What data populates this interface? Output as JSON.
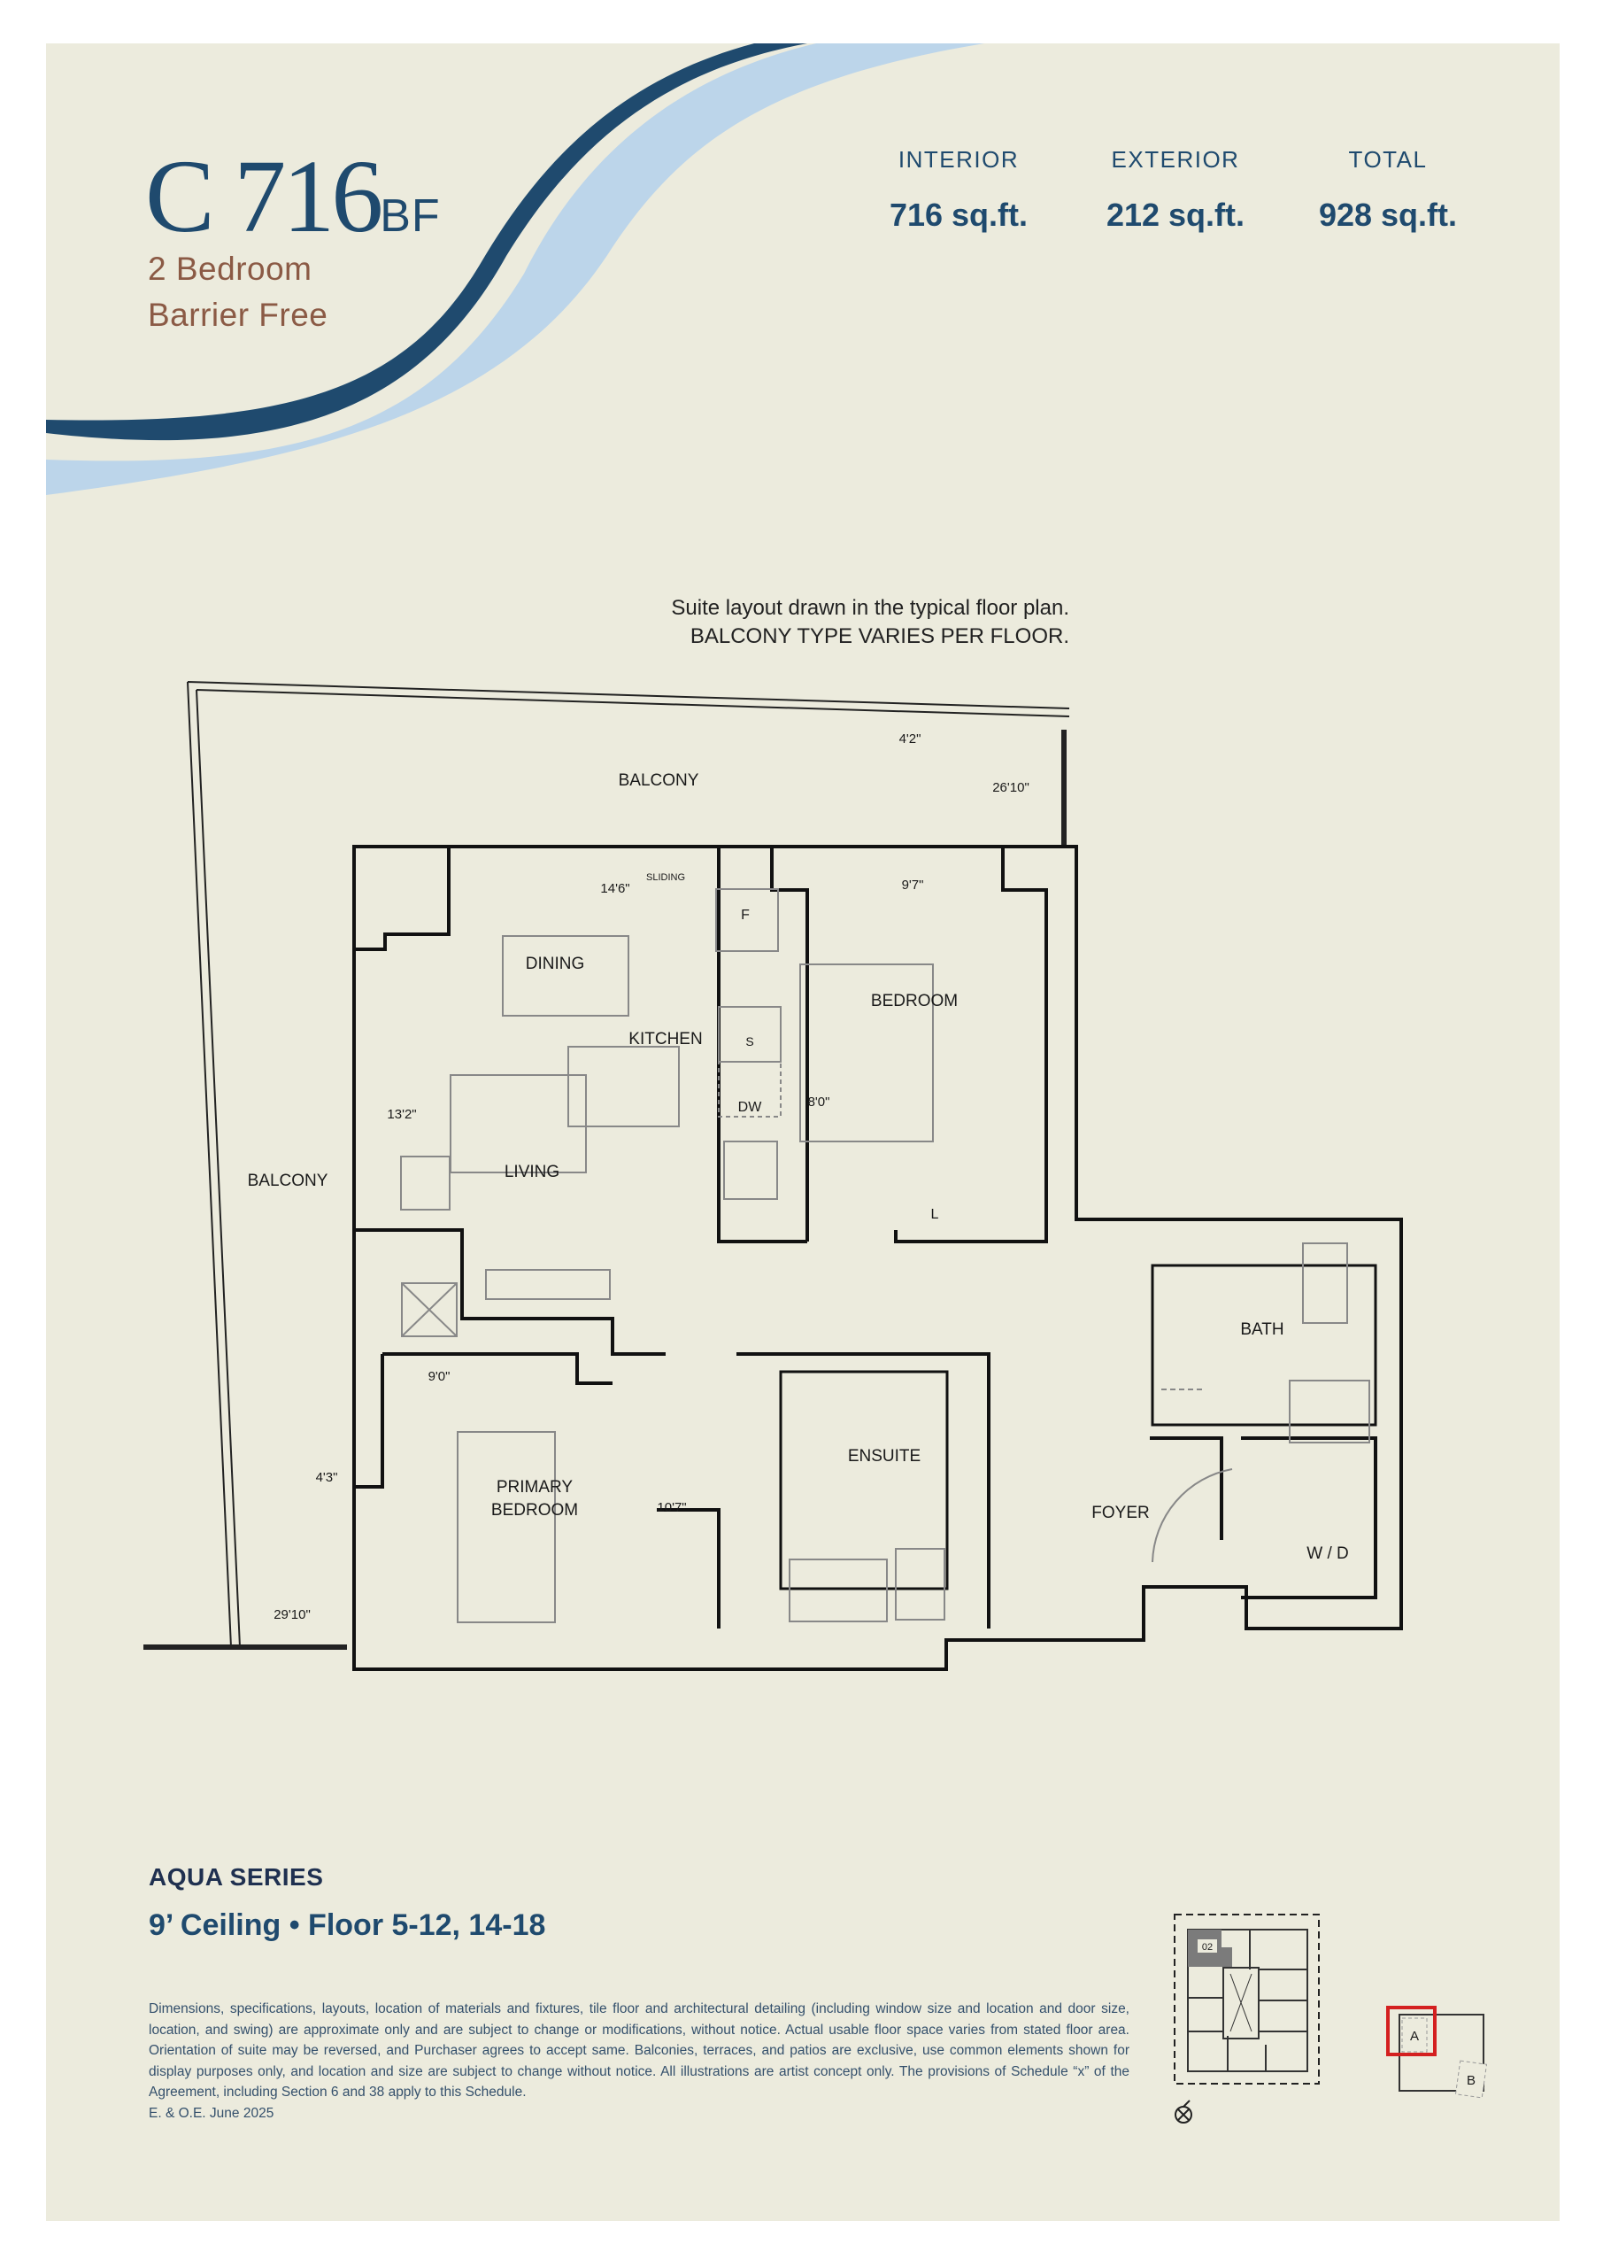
{
  "unit": {
    "prefix": "C ",
    "number": "716",
    "suffix": "BF",
    "bedrooms": "2 Bedroom",
    "type": "Barrier Free"
  },
  "areas": [
    {
      "label": "INTERIOR",
      "value": "716 sq.ft."
    },
    {
      "label": "EXTERIOR",
      "value": "212 sq.ft."
    },
    {
      "label": "TOTAL",
      "value": "928 sq.ft."
    }
  ],
  "note": {
    "line1": "Suite layout drawn in the typical floor plan.",
    "line2": "BALCONY TYPE VARIES PER FLOOR."
  },
  "plan": {
    "rooms": {
      "balcony_top": "BALCONY",
      "balcony_left": "BALCONY",
      "dining": "DINING",
      "kitchen": "KITCHEN",
      "bedroom": "BEDROOM",
      "living": "LIVING",
      "bath": "BATH",
      "ensuite": "ENSUITE",
      "primary1": "PRIMARY",
      "primary2": "BEDROOM",
      "foyer": "FOYER",
      "wd": "W / D",
      "fridge": "F",
      "dw": "DW",
      "linen": "L",
      "stove": "S",
      "sliding": "SLIDING"
    },
    "dims": {
      "d1": "4'2\"",
      "d2": "26'10\"",
      "d3": "14'6\"",
      "d4": "9'7\"",
      "d5": "13'2\"",
      "d6": "8'0\"",
      "d7": "9'0\"",
      "d8": "4'3\"",
      "d9": "10'7\"",
      "d10": "29'10\""
    }
  },
  "footer": {
    "series": "AQUA SERIES",
    "ceiling": "9’ Ceiling • Floor 5-12, 14-18",
    "disclaimer": "Dimensions, specifications, layouts, location of materials and fixtures, tile floor and architectural detailing (including window size and location and door size, location, and swing) are approximate only and are subject to change or modifications, without notice. Actual usable floor space varies from stated floor area. Orientation of suite may be reversed, and Purchaser agrees to accept same. Balconies, terraces, and patios are exclusive, use common elements shown for display purposes only, and location and size are subject to change without notice. All illustrations are artist concept only. The provisions of Schedule “x” of the Agreement, including Section 6 and 38 apply to this Schedule.",
    "eoe": "E. & O.E. June 2025"
  },
  "keyplan": {
    "suite": "02",
    "building_a": "A",
    "building_b": "B"
  },
  "colors": {
    "navy": "#1f4a6e",
    "lightblue": "#bcd5ea",
    "brown": "#8b5a45",
    "paper": "#ecebdd",
    "highlight": "#d42020"
  }
}
